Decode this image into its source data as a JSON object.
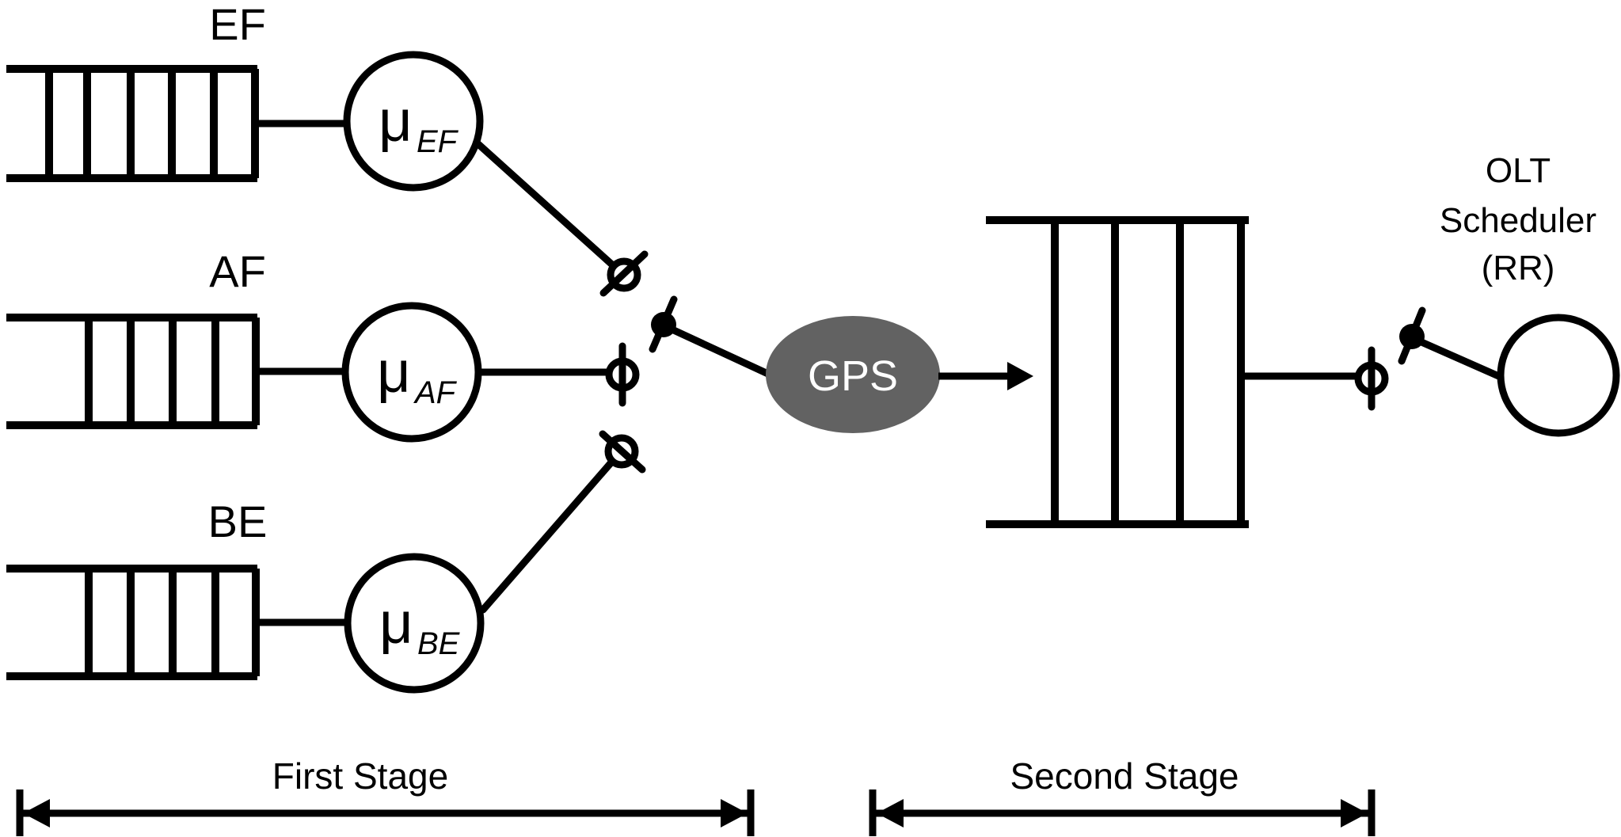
{
  "first_stage": {
    "label": "First Stage",
    "queues": [
      {
        "name": "EF",
        "mu": "μ",
        "sub": "EF",
        "cells": 5
      },
      {
        "name": "AF",
        "mu": "μ",
        "sub": "AF",
        "cells": 4
      },
      {
        "name": "BE",
        "mu": "μ",
        "sub": "BE",
        "cells": 4
      }
    ],
    "gps_label": "GPS"
  },
  "second_stage": {
    "label": "Second Stage",
    "queue_cells": 3,
    "olt_label_lines": [
      "OLT",
      "Scheduler",
      "(RR)"
    ]
  },
  "colors": {
    "ink": "#000000",
    "background": "#ffffff",
    "gps_fill": "#626262",
    "gps_text": "#ffffff"
  }
}
